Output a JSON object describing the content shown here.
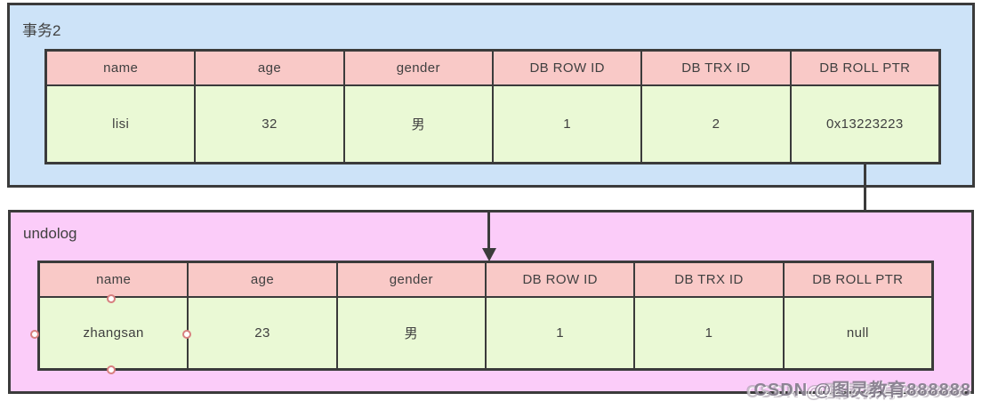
{
  "transaction": {
    "label": "事务2",
    "headers": [
      "name",
      "age",
      "gender",
      "DB ROW ID",
      "DB TRX ID",
      "DB ROLL PTR"
    ],
    "row": [
      "lisi",
      "32",
      "男",
      "1",
      "2",
      "0x13223223"
    ]
  },
  "undolog": {
    "label": "undolog",
    "headers": [
      "name",
      "age",
      "gender",
      "DB ROW ID",
      "DB TRX ID",
      "DB ROLL PTR"
    ],
    "row": [
      "zhangsan",
      "23",
      "男",
      "1",
      "1",
      "null"
    ]
  },
  "watermark": "CSDN @图灵教育888888",
  "colors": {
    "transaction_fill": "#cde3f8",
    "undolog_fill": "#fbccf9",
    "header_fill": "#f9c9c7",
    "cell_fill": "#eaf9d5",
    "border": "#3b3b3b",
    "anchor_ring": "#d87f7f"
  }
}
